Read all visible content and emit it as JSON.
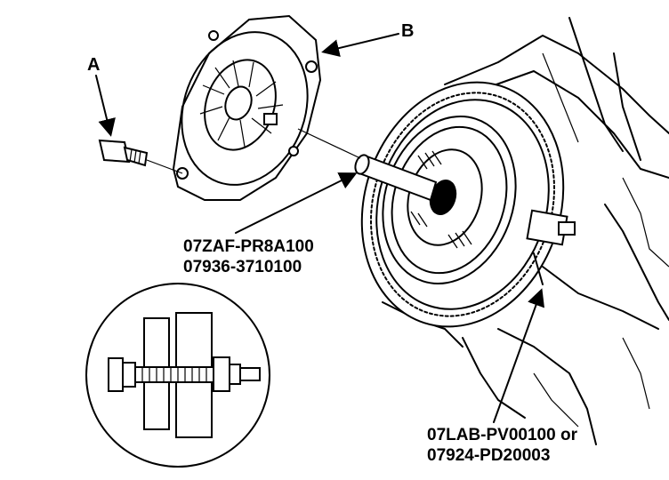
{
  "callouts": {
    "a": "A",
    "b": "B"
  },
  "tool_labels": {
    "alignment_tool_line1": "07ZAF-PR8A100",
    "alignment_tool_line2": "07936-3710100",
    "holder_tool_line1": "07LAB-PV00100 or",
    "holder_tool_line2": "07924-PD20003"
  },
  "colors": {
    "ink": "#000000",
    "paper": "#ffffff"
  }
}
